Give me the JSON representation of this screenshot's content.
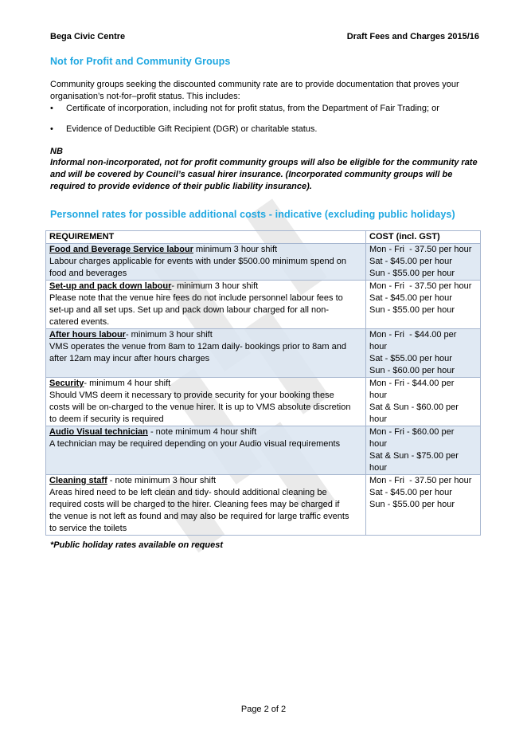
{
  "header": {
    "left": "Bega Civic Centre",
    "right": "Draft Fees and Charges 2015/16"
  },
  "section1": {
    "heading": "Not for Profit and Community Groups",
    "intro": "Community groups seeking the discounted community rate are to provide documentation that proves your organisation’s not-for–profit status. This includes:",
    "bullets": [
      "Certificate of incorporation, including not for profit status, from the Department of Fair Trading; or",
      "Evidence of Deductible Gift Recipient (DGR) or charitable status."
    ],
    "nb_title": "NB",
    "nb_body": "Informal non-incorporated, not for profit community groups will also be eligible for the community rate and will be covered by Council’s casual hirer insurance. (Incorporated community groups will be required to provide evidence of their public liability insurance)."
  },
  "section2": {
    "heading": "Personnel rates for possible additional costs - indicative (excluding public holidays)",
    "table": {
      "headers": [
        "REQUIREMENT",
        "COST (incl. GST)"
      ],
      "rows": [
        {
          "title": "Food and Beverage Service labour",
          "title_suffix": " minimum 3 hour shift",
          "lines": [
            "Labour charges applicable for events with under $500.00 minimum spend on",
            "food and beverages"
          ],
          "cost": [
            "Mon - Fri  - 37.50 per hour",
            "Sat - $45.00 per hour",
            "Sun - $55.00 per hour"
          ]
        },
        {
          "title": "Set-up and pack down labour",
          "title_suffix": "- minimum 3 hour shift",
          "lines": [
            "Please note that the venue hire fees do not include personnel labour fees to",
            "set-up and all set ups. Set up and pack down labour charged for all non-",
            "catered events."
          ],
          "cost": [
            "Mon - Fri  - 37.50 per hour",
            "Sat - $45.00 per hour",
            "Sun - $55.00 per hour"
          ]
        },
        {
          "title": "After hours labour",
          "title_suffix": "- minimum 3 hour shift",
          "lines": [
            "VMS operates the venue from 8am to 12am daily- bookings prior to 8am and",
            "after 12am may incur after hours charges"
          ],
          "cost": [
            "Mon - Fri  - $44.00 per",
            "hour",
            "Sat - $55.00 per hour",
            "Sun - $60.00 per hour"
          ]
        },
        {
          "title": "Security",
          "title_suffix": "- minimum 4 hour shift",
          "lines": [
            "Should VMS deem it necessary to provide security for your booking these",
            "costs will be on-charged to the venue hirer. It is up to VMS absolute discretion",
            "to deem if security is required"
          ],
          "cost": [
            "Mon - Fri - $44.00 per",
            "hour",
            "Sat & Sun - $60.00 per",
            "hour"
          ]
        },
        {
          "title": "Audio Visual technician",
          "title_suffix": " - note minimum 4 hour shift",
          "lines": [
            "A technician may be required depending on your Audio visual requirements"
          ],
          "cost": [
            "Mon - Fri - $60.00 per",
            "hour",
            "Sat & Sun - $75.00 per",
            "hour"
          ]
        },
        {
          "title": "Cleaning staff",
          "title_suffix": " - note minimum 3 hour shift",
          "lines": [
            "Areas hired need to be left clean and tidy- should additional cleaning be",
            "required costs will be charged to the hirer. Cleaning fees may be charged if",
            "the venue is not left as found and may also be required for large traffic events",
            "to service the toilets"
          ],
          "cost": [
            "Mon - Fri  - 37.50 per hour",
            "Sat - $45.00 per hour",
            "Sun - $55.00 per hour"
          ]
        }
      ]
    },
    "footnote": "*Public holiday rates available on request"
  },
  "footer": {
    "page": "Page 2 of 2"
  },
  "colors": {
    "heading": "#1ea7e1",
    "row_shade": "#dbe5f1",
    "border": "#a6b6cf",
    "watermark": "#e6e6e6"
  }
}
